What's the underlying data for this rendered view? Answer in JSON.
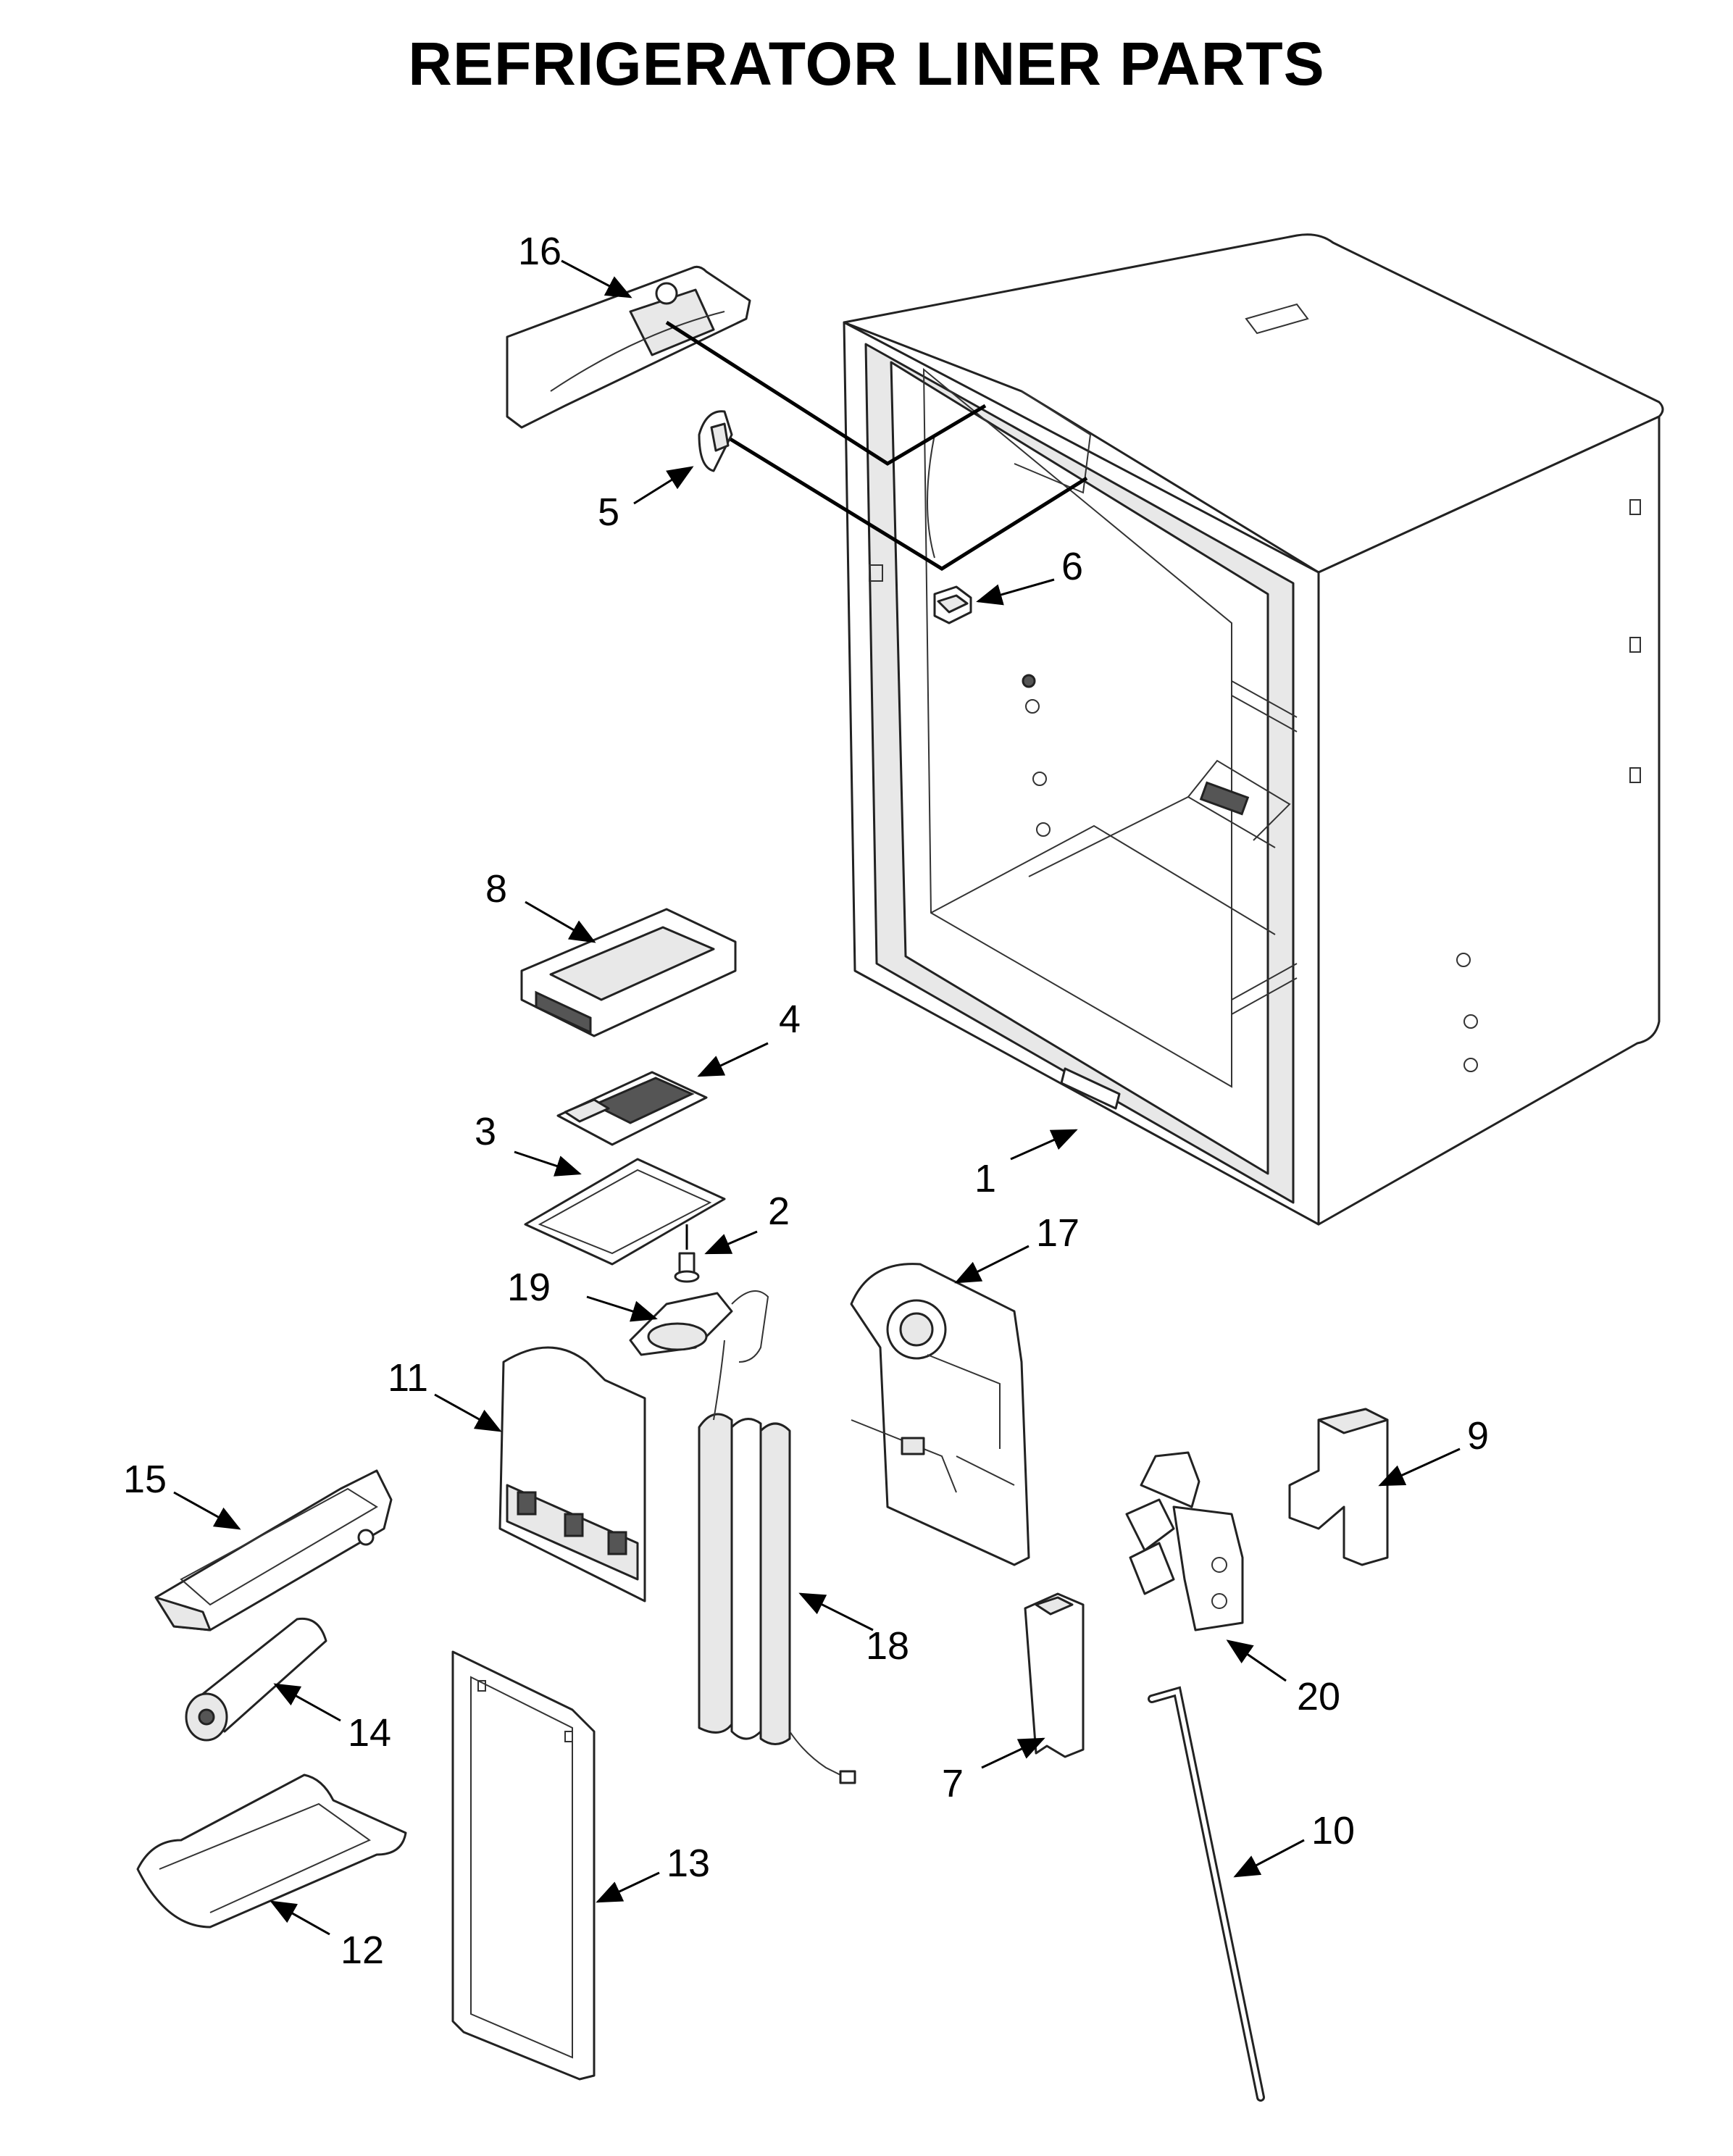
{
  "title": "REFRIGERATOR LINER PARTS",
  "colors": {
    "line": "#000000",
    "fill": "#ffffff",
    "shade": "#e8e8e8"
  },
  "callouts": [
    "1",
    "2",
    "3",
    "4",
    "5",
    "6",
    "7",
    "8",
    "9",
    "10",
    "11",
    "12",
    "13",
    "14",
    "15",
    "16",
    "17",
    "18",
    "19",
    "20"
  ]
}
